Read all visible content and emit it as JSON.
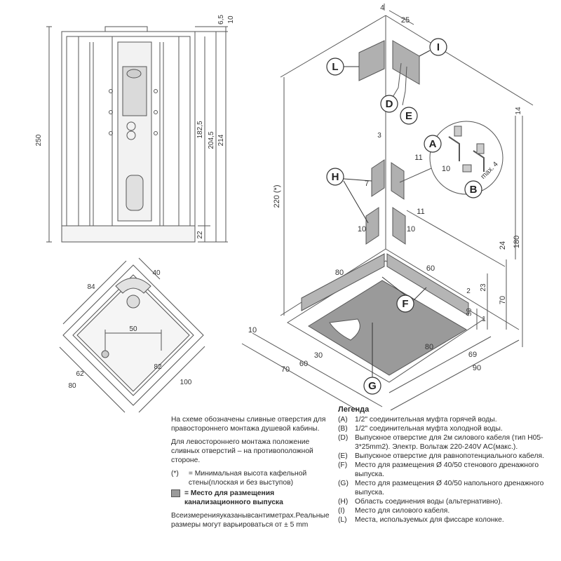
{
  "front_view": {
    "dims": {
      "h250": "250",
      "h182": "182,5",
      "h204": "204,5",
      "h214": "214",
      "h22": "22",
      "h6": "6,5",
      "h10": "10"
    }
  },
  "top_view": {
    "dims": {
      "d84": "84",
      "d40": "40",
      "d50": "50",
      "d62": "62",
      "d80": "80",
      "d82": "82",
      "d100": "100"
    }
  },
  "room_view": {
    "dims": {
      "d4": "4",
      "d25": "25",
      "d14": "14",
      "d3": "3",
      "d11a": "11",
      "d10a": "10",
      "max4": "max. 4",
      "d7": "7",
      "d11b": "11",
      "d10b": "10",
      "d10c": "10",
      "d220": "220 (*)",
      "d24": "24",
      "d180": "180",
      "d80a": "80",
      "d60a": "60",
      "d23": "23",
      "d70a": "70",
      "d30a": "30",
      "d2a": "2",
      "d1": "1",
      "d10d": "10",
      "d30b": "30",
      "d60b": "60",
      "d70b": "70",
      "d80b": "80",
      "d69": "69",
      "d90": "90"
    },
    "callouts": {
      "A": "A",
      "B": "B",
      "D": "D",
      "E": "E",
      "F": "F",
      "G": "G",
      "H": "H",
      "I": "I",
      "L": "L"
    }
  },
  "notes": {
    "p1": "На схеме обозначены сливные отверстия для правостороннего монтажа душевой кабины.",
    "p2": "Для левостороннего монтажа положение сливных отверстий – на противоположной стороне.",
    "star_key": "(*)",
    "star_text": "= Минимальная высота кафельной стены(плоская и без выступов)",
    "gray_text": "= Место для размещения канализационного выпуска",
    "p3": "Всеизмеренияуказанывсантиметрах.Реальные размеры могут варьироваться от ± 5 mm"
  },
  "legend": {
    "title": "Легенда",
    "items": [
      {
        "code": "(A)",
        "text": "1/2\" соединительная муфта горячей воды."
      },
      {
        "code": "(B)",
        "text": "1/2\" соединительная муфта холодной воды."
      },
      {
        "code": "(D)",
        "text": "Выпускное отверстие для 2м силового кабеля (тип H05-3*25mm2). Электр. Вольтаж 220-240V AC(макс.)."
      },
      {
        "code": "(E)",
        "text": "Выпускное отверстие для равнопотенциального кабеля."
      },
      {
        "code": "(F)",
        "text": "Место для размещения Ø 40/50 стенового дренажного выпуска."
      },
      {
        "code": "(G)",
        "text": "Место для размещения Ø 40/50 напольного дренажного выпуска."
      },
      {
        "code": "(H)",
        "text": "Область соединения воды (альтернативно)."
      },
      {
        "code": "(I)",
        "text": "Место для силового кабеля."
      },
      {
        "code": "(L)",
        "text": "Места, используемых для фиссаре колонке."
      }
    ]
  },
  "colors": {
    "line": "#555555",
    "gray_area": "#9a9a9a",
    "light_fill": "#e8e8e8"
  }
}
